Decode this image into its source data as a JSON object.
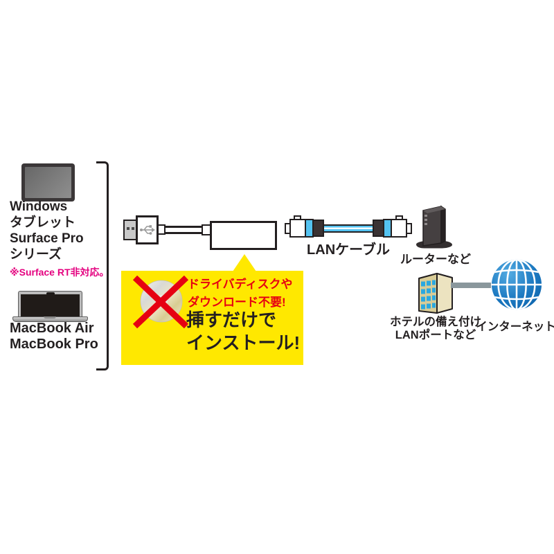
{
  "devices": {
    "tablet": {
      "lines": [
        "Windows",
        "タブレット",
        "Surface Pro",
        "シリーズ"
      ],
      "note": "※Surface RT非対応。"
    },
    "laptop": {
      "lines": [
        "MacBook Air",
        "MacBook Pro"
      ]
    }
  },
  "callout": {
    "no_disc_lines": [
      "ドライバディスクや",
      "ダウンロード不要!"
    ],
    "install_lines": [
      "挿すだけで",
      "インストール!"
    ]
  },
  "labels": {
    "lan_cable": "LANケーブル",
    "router": "ルーターなど",
    "hotel_line1": "ホテルの備え付け",
    "hotel_line2": "LANポートなど",
    "internet": "インターネット"
  },
  "icons": {
    "tablet": "tablet-icon",
    "laptop": "laptop-icon",
    "usb_lan_adapter": "usb-lan-adapter-icon",
    "cd_crossed": "cd-crossed-out-icon",
    "lan_cable": "lan-cable-icon",
    "router": "router-icon",
    "hotel_building": "hotel-building-icon",
    "internet_globe": "internet-globe-icon"
  },
  "colors": {
    "text": "#231f20",
    "note_magenta": "#e4007f",
    "warning_red": "#e60012",
    "callout_yellow": "#ffe800",
    "cable_cyan": "#54c3f1",
    "globe_blue": "#1b78c0",
    "building_tan": "#d9cc96",
    "connector_gray": "#8a979c"
  }
}
